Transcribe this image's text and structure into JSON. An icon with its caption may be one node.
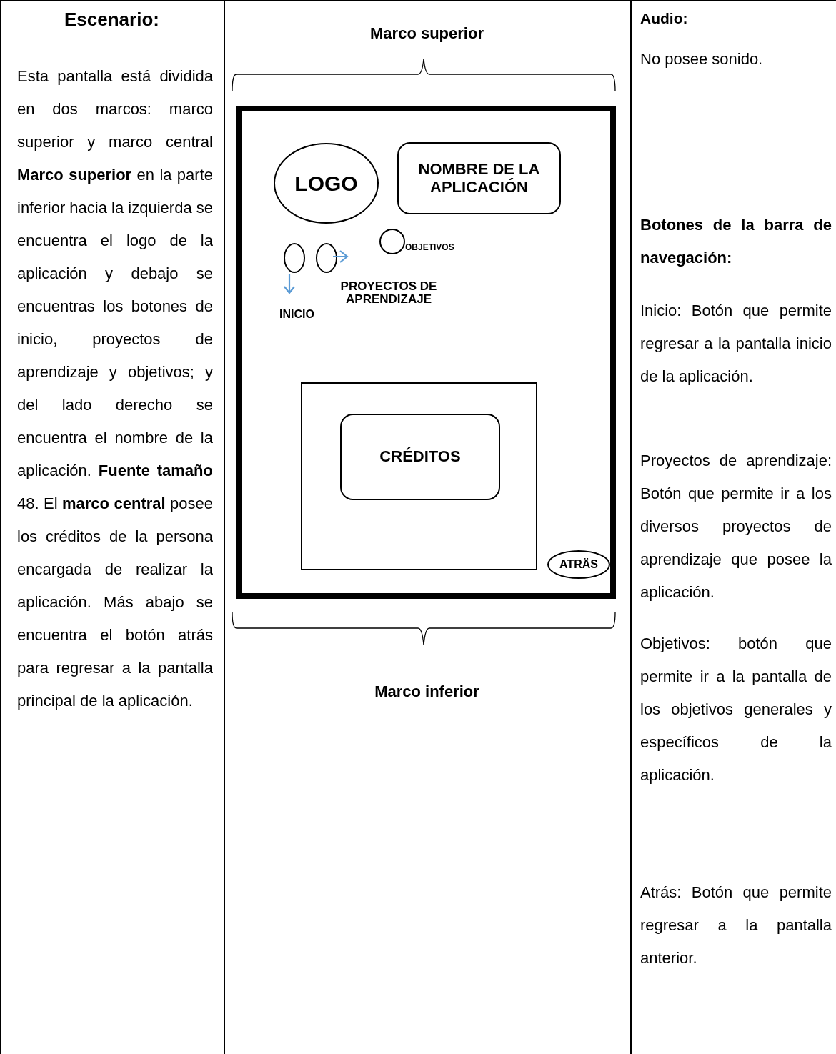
{
  "diagram": {
    "nodes": [
      {
        "text": [],
        "shape": "box"
      },
      {
        "text": [
          "LOGO"
        ],
        "in": 0
      },
      {
        "text": [
          "NOMBRE DE LA APLICACIÓN"
        ],
        "in": 0
      },
      {
        "text": [],
        "shape": "circle",
        "in": 0,
        "beside": [
          "INICIO"
        ]
      },
      {
        "text": [],
        "shape": "circle",
        "in": 0,
        "beside": [
          "PROYECTOS DE APRENDIZAJE"
        ]
      },
      {
        "text": [],
        "shape": "circle",
        "in": 0,
        "beside": [
          "OBJETIVOS"
        ]
      },
      {
        "text": [],
        "shape": "box",
        "in": 0
      },
      {
        "text": [
          "CRÉDITOS"
        ],
        "in": 6
      },
      {
        "text": [
          "ATRÄS"
        ],
        "in": 0
      }
    ],
    "labels": [
      "Escenario:",
      "Esta pantalla está dividida en dos marcos: marco superior y marco central **Marco superior** en la parte inferior hacia la izquierda se encuentra el logo de la aplicación y debajo se encuentras los botones de inicio, proyectos de aprendizaje y objetivos; y del lado derecho se encuentra el nombre de la aplicación. **Fuente tamaño** 48. El **marco central** posee los créditos de la persona encargada de realizar la aplicación. Más abajo se encuentra el botón atrás para regresar a la pantalla principal de la aplicación.",
      "Marco superior",
      "Marco inferior",
      "Audio:",
      "No posee sonido.",
      "Botones de la barra de navegación:",
      "Inicio: Botón que permite regresar a la pantalla inicio de la aplicación.",
      "Proyectos de aprendizaje: Botón que permite ir a los diversos proyectos de aprendizaje que posee la aplicación.",
      "Objetivos: botón que permite ir a la pantalla de los objetivos generales y específicos de la aplicación.",
      "Atrás: Botón que permite regresar a la pantalla anterior."
    ]
  }
}
